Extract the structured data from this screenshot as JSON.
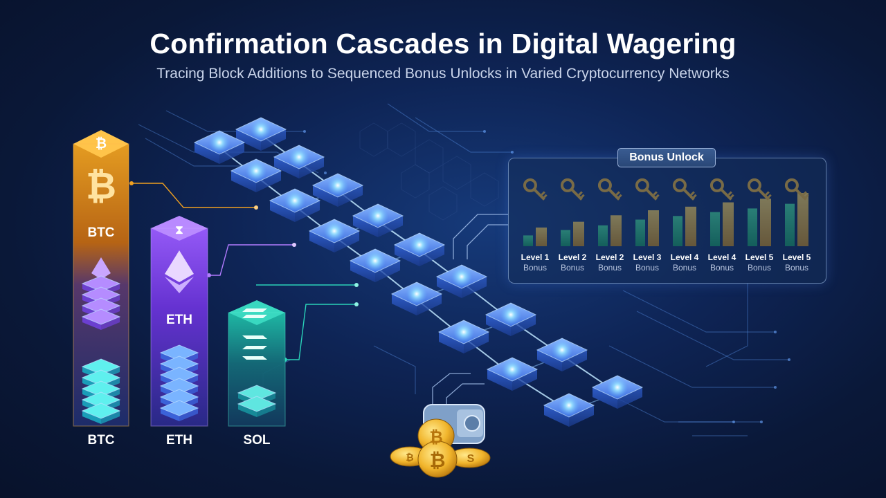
{
  "title": "Confirmation Cascades in Digital Wagering",
  "subtitle": "Tracing Block Additions to Sequenced Bonus Unlocks in Varied Cryptocurrency Networks",
  "chains": [
    {
      "id": "btc",
      "top_label": "BTC",
      "bottom_label": "BTC",
      "color": "#f0a020",
      "secondary": "#8e5bff"
    },
    {
      "id": "eth",
      "top_label": "ETH",
      "bottom_label": "ETH",
      "color": "#8a4dff",
      "secondary": "#5a9bff"
    },
    {
      "id": "sol",
      "top_label": "",
      "bottom_label": "SOL",
      "color": "#1fc8b0",
      "secondary": "#35d6b8"
    }
  ],
  "bonus_panel": {
    "title": "Bonus Unlock",
    "levels": [
      {
        "line1": "Level 1",
        "line2": "Bonus",
        "green": 0.3,
        "gold": 0.52
      },
      {
        "line1": "Level 2",
        "line2": "Bonus",
        "green": 0.45,
        "gold": 0.68
      },
      {
        "line1": "Level 2",
        "line2": "Bonus",
        "green": 0.58,
        "gold": 0.86
      },
      {
        "line1": "Level 3",
        "line2": "Bonus",
        "green": 0.74,
        "gold": 1.0
      },
      {
        "line1": "Level 4",
        "line2": "Bonus",
        "green": 0.84,
        "gold": 1.1
      },
      {
        "line1": "Level 4",
        "line2": "Bonus",
        "green": 0.95,
        "gold": 1.22
      },
      {
        "line1": "Level 5",
        "line2": "Bonus",
        "green": 1.05,
        "gold": 1.32
      },
      {
        "line1": "Level 5",
        "line2": "Bonus",
        "green": 1.18,
        "gold": 1.48
      }
    ]
  },
  "colors": {
    "bar_green": "#2fd08a",
    "bar_gold": "#f2b534",
    "block": "#3f7ff0",
    "glow": "#7fd4ff",
    "key": "#f4b630"
  },
  "icons": [
    "bitcoin-icon",
    "ethereum-icon",
    "solana-icon",
    "key-icon",
    "coin-stack-icon",
    "lock-icon"
  ]
}
